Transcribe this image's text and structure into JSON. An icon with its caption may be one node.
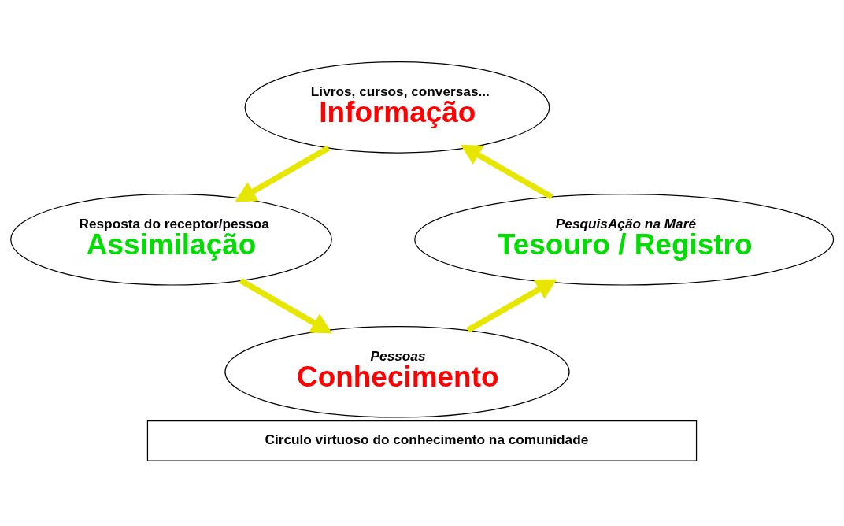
{
  "diagram": {
    "caption": "Círculo virtuoso do conhecimento na comunidade",
    "nodes": [
      {
        "text": [
          "Livros, cursos, conversas...",
          "Informação"
        ]
      },
      {
        "text": [
          "Resposta do receptor/pessoa",
          "Assimilação"
        ]
      },
      {
        "text": [
          "PesquisAção na Maré",
          "Tesouro / Registro"
        ]
      },
      {
        "text": [
          "Pessoas",
          "Conhecimento"
        ]
      }
    ],
    "edges": [
      {
        "from": 0,
        "to": 1,
        "arrow": "to"
      },
      {
        "from": 1,
        "to": 3,
        "arrow": "to"
      },
      {
        "from": 3,
        "to": 2,
        "arrow": "to"
      },
      {
        "from": 2,
        "to": 0,
        "arrow": "to"
      }
    ]
  }
}
